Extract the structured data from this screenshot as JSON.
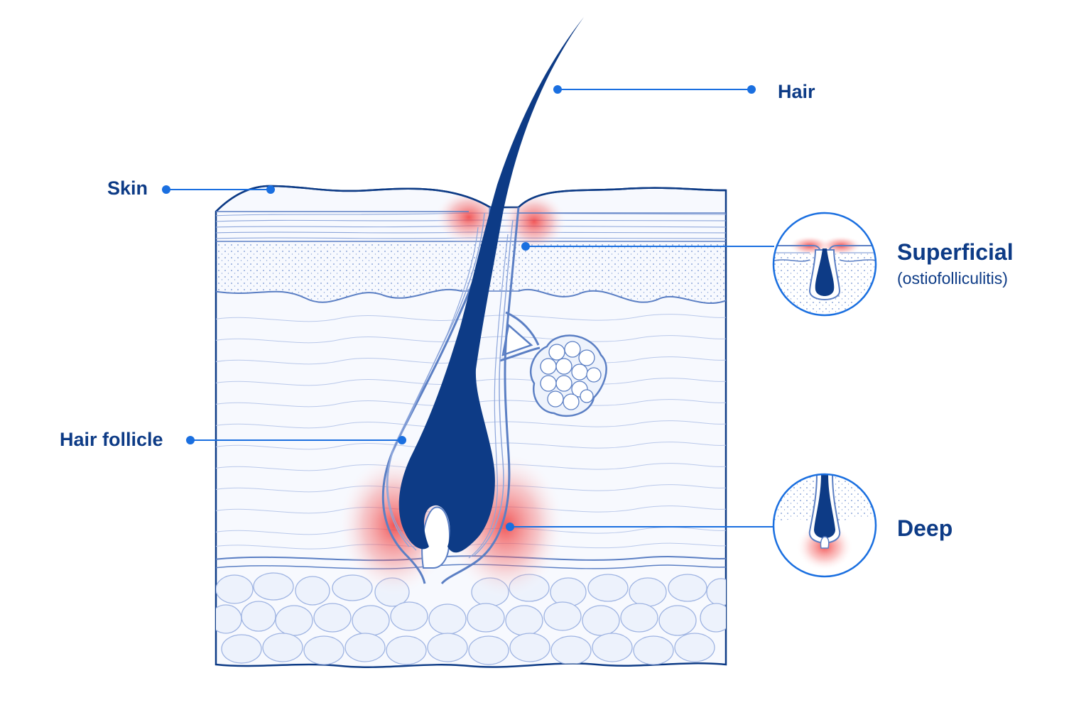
{
  "labels": {
    "hair": "Hair",
    "skin": "Skin",
    "hair_follicle": "Hair follicle",
    "superficial": "Superficial",
    "superficial_sub": "(ostiofolliculitis)",
    "deep": "Deep"
  },
  "colors": {
    "navy": "#0d3b86",
    "accent_blue": "#1a6fe0",
    "inflammation_red": "#f04a4a",
    "tissue_line": "#5b7fc4"
  },
  "icons": {
    "superficial_inset": "superficial-folliculitis-inset-icon",
    "deep_inset": "deep-folliculitis-inset-icon"
  }
}
